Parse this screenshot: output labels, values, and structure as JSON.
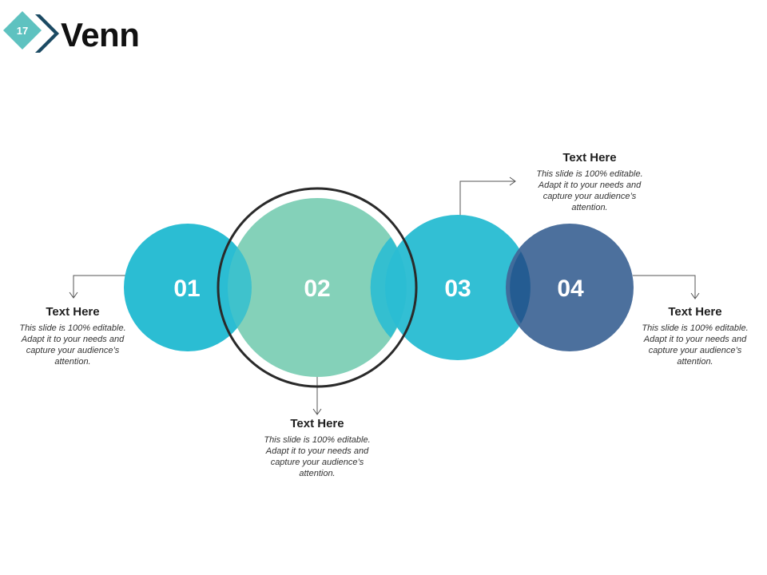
{
  "slide": {
    "number": "17",
    "title": "Venn"
  },
  "colors": {
    "teal": "#2bbdd3",
    "mint": "#80d0b7",
    "navy": "#416797",
    "badge_light": "#5ec2c0",
    "badge_dark": "#1b4a63"
  },
  "circles": [
    {
      "label": "01",
      "color": "#2bbdd3"
    },
    {
      "label": "02",
      "color": "#80d0b7"
    },
    {
      "label": "03",
      "color": "#2bbdd3"
    },
    {
      "label": "04",
      "color": "#416797"
    }
  ],
  "callouts": [
    {
      "heading": "Text Here",
      "body": "This slide is 100% editable. Adapt it to your needs and capture your audience’s attention."
    },
    {
      "heading": "Text Here",
      "body": "This slide is 100% editable. Adapt it to your needs and capture your audience’s attention."
    },
    {
      "heading": "Text Here",
      "body": "This slide is 100% editable. Adapt it to your needs and capture your audience’s attention."
    },
    {
      "heading": "Text Here",
      "body": "This slide is 100% editable. Adapt it to your needs and capture your audience’s attention."
    }
  ]
}
